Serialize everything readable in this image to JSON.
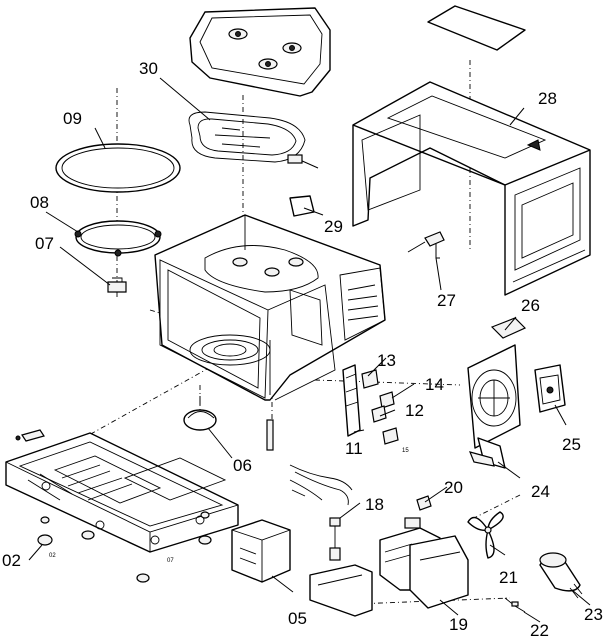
{
  "labels": {
    "p02": "02",
    "p05": "05",
    "p06": "06",
    "p07": "07",
    "p08": "08",
    "p09": "09",
    "p11": "11",
    "p12": "12",
    "p13": "13",
    "p14": "14",
    "p18": "18",
    "p19": "19",
    "p20": "20",
    "p21": "21",
    "p22": "22",
    "p23": "23",
    "p24": "24",
    "p25": "25",
    "p26": "26",
    "p27": "27",
    "p28": "28",
    "p29": "29",
    "p30": "30"
  },
  "small_marks": {
    "m02": "02",
    "m07": "07",
    "m15": "15"
  }
}
